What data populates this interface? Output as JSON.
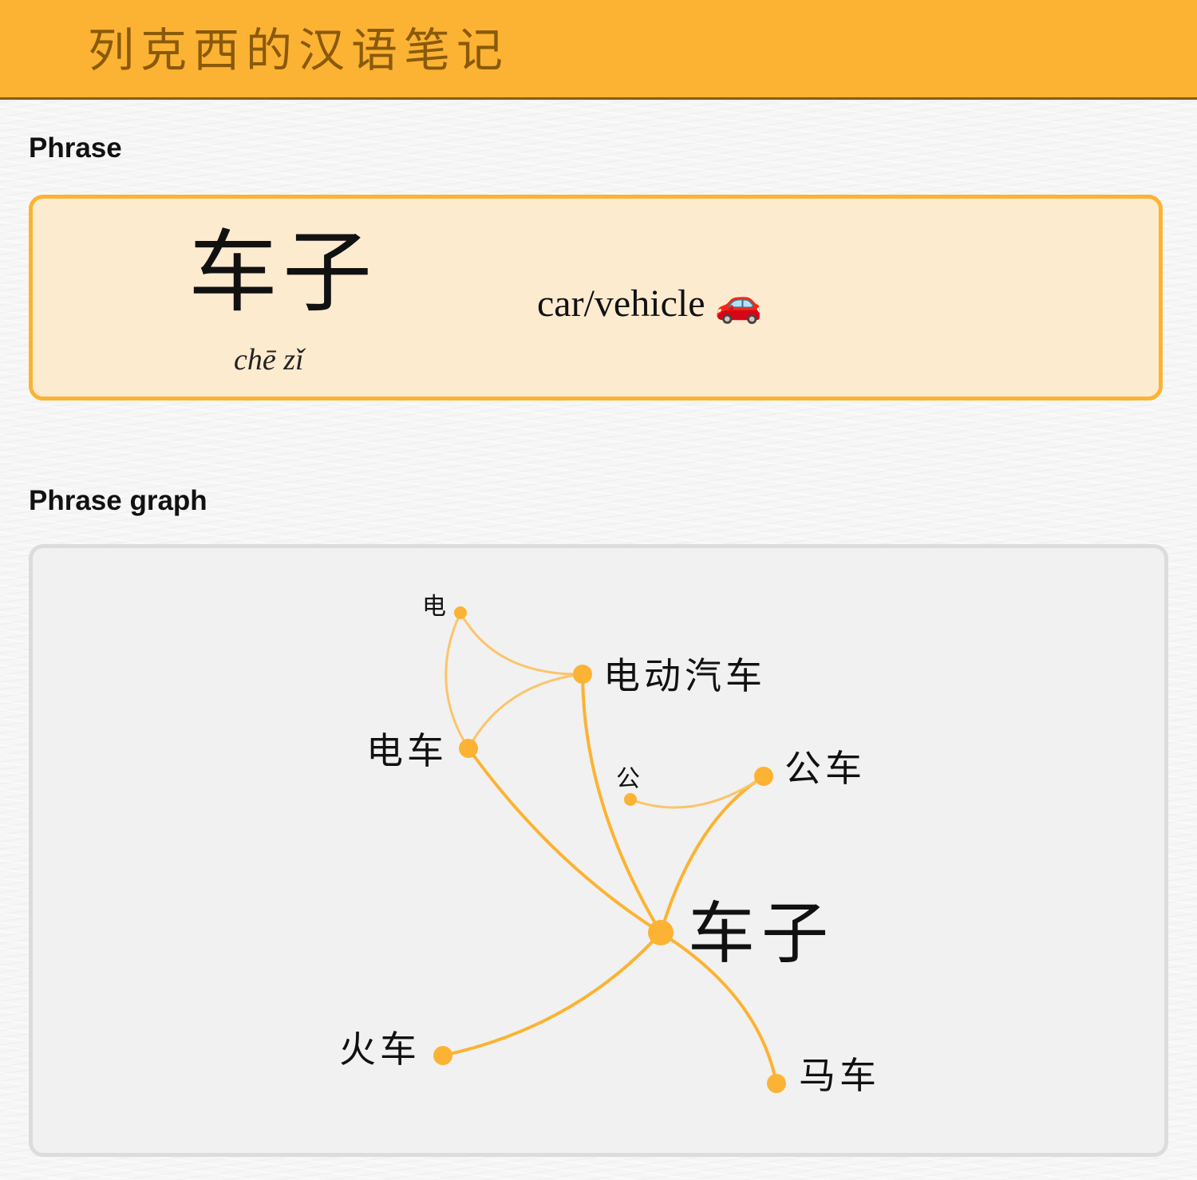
{
  "header": {
    "title": "列克西的汉语笔记"
  },
  "phrase_section": {
    "heading": "Phrase",
    "hanzi": "车子",
    "pinyin": "chē zǐ",
    "meaning": "car/vehicle 🚗"
  },
  "graph_section": {
    "heading": "Phrase graph",
    "nodes": [
      {
        "id": "chezi",
        "label": "车子"
      },
      {
        "id": "dianche",
        "label": "电车"
      },
      {
        "id": "diandongqiche",
        "label": "电动汽车"
      },
      {
        "id": "dian",
        "label": "电"
      },
      {
        "id": "gong",
        "label": "公"
      },
      {
        "id": "gongche",
        "label": "公车"
      },
      {
        "id": "huoche",
        "label": "火车"
      },
      {
        "id": "mache",
        "label": "马车"
      }
    ],
    "edges": [
      {
        "from": "chezi",
        "to": "dianche"
      },
      {
        "from": "chezi",
        "to": "diandongqiche"
      },
      {
        "from": "chezi",
        "to": "gongche"
      },
      {
        "from": "chezi",
        "to": "huoche"
      },
      {
        "from": "chezi",
        "to": "mache"
      },
      {
        "from": "dian",
        "to": "dianche"
      },
      {
        "from": "dian",
        "to": "diandongqiche"
      },
      {
        "from": "dianche",
        "to": "diandongqiche"
      },
      {
        "from": "gong",
        "to": "gongche"
      }
    ]
  },
  "colors": {
    "accent": "#fcb333",
    "title_text": "#8a5a0a",
    "card_background": "#fdebd0"
  }
}
